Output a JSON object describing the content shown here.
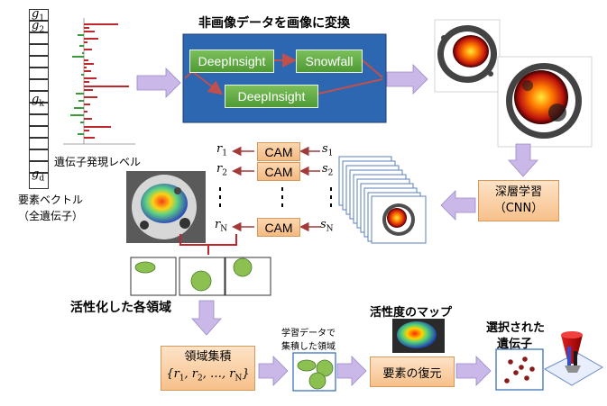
{
  "vector": {
    "labels": [
      "g1",
      "g2",
      "gk",
      "gd"
    ],
    "caption_line1": "要素ベクトル",
    "caption_line2": "（全遺伝子）"
  },
  "expression": {
    "label": "遺伝子発現レベル"
  },
  "transform": {
    "title": "非画像データを画像に変換",
    "box1": "DeepInsight",
    "box2": "Snowfall",
    "box3": "DeepInsight"
  },
  "deep_learning": {
    "line1": "深層学習",
    "line2": "（CNN）"
  },
  "cam": {
    "label": "CAM",
    "r_labels": [
      "r1",
      "r2",
      "rN"
    ],
    "s_labels": [
      "s1",
      "s2",
      "sN"
    ]
  },
  "regions": {
    "label": "活性化した各領域",
    "aggregate_line1": "領域集積",
    "aggregate_line2": "{r1, r2, …, rN}"
  },
  "training": {
    "caption_line1": "学習データで",
    "caption_line2": "集積した領域"
  },
  "activation_map": {
    "label": "活性度のマップ"
  },
  "restore": {
    "label": "要素の復元"
  },
  "selected": {
    "line1": "選択された",
    "line2": "遺伝子"
  },
  "colors": {
    "accent_blue": "#2e67b1",
    "green": "#5aa53f",
    "orange_fill": "#f8c894",
    "arrow_purple": "#c9b8e8",
    "red_arrow": "#c0504d"
  }
}
